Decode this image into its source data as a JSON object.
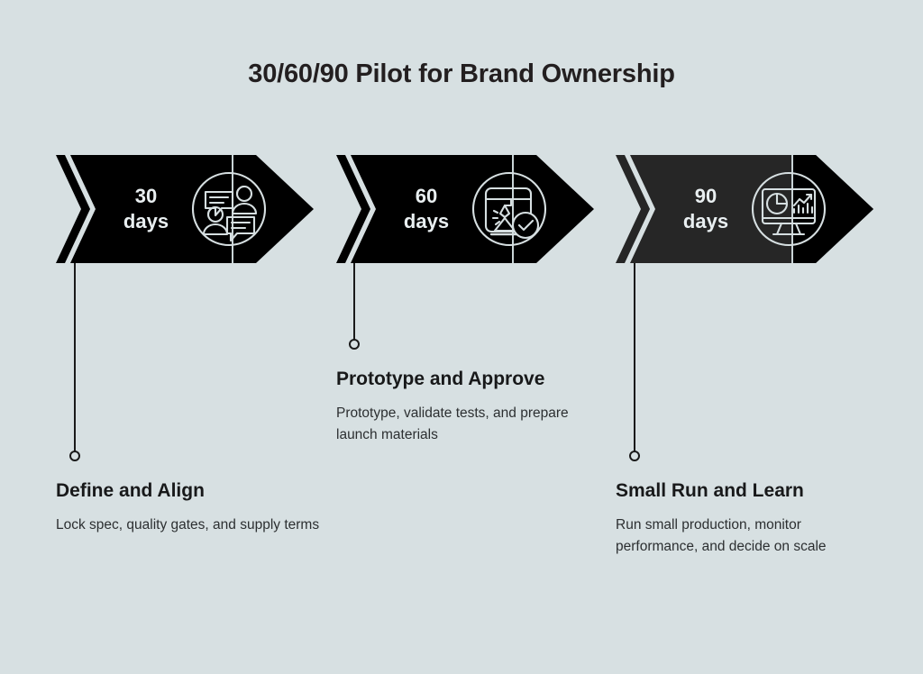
{
  "page": {
    "title": "30/60/90 Pilot for Brand Ownership",
    "background_color": "#d7e0e2",
    "text_color": "#231f20"
  },
  "milestones": [
    {
      "id": "milestone-30",
      "number": "30",
      "unit": "days",
      "icon": "conversation-people-icon",
      "banner_color": "#000000",
      "banner_tip_color": "#000000",
      "heading": "Define and Align",
      "description": "Lock spec, quality gates, and supply terms"
    },
    {
      "id": "milestone-60",
      "number": "60",
      "unit": "days",
      "icon": "prototype-approved-icon",
      "banner_color": "#000000",
      "banner_tip_color": "#000000",
      "heading": "Prototype and Approve",
      "description": "Prototype, validate tests, and prepare launch materials"
    },
    {
      "id": "milestone-90",
      "number": "90",
      "unit": "days",
      "icon": "analytics-monitor-icon",
      "banner_color": "#262626",
      "banner_tip_color": "#000000",
      "heading": "Small Run and Learn",
      "description": "Run small production, monitor performance, and decide on scale"
    }
  ]
}
